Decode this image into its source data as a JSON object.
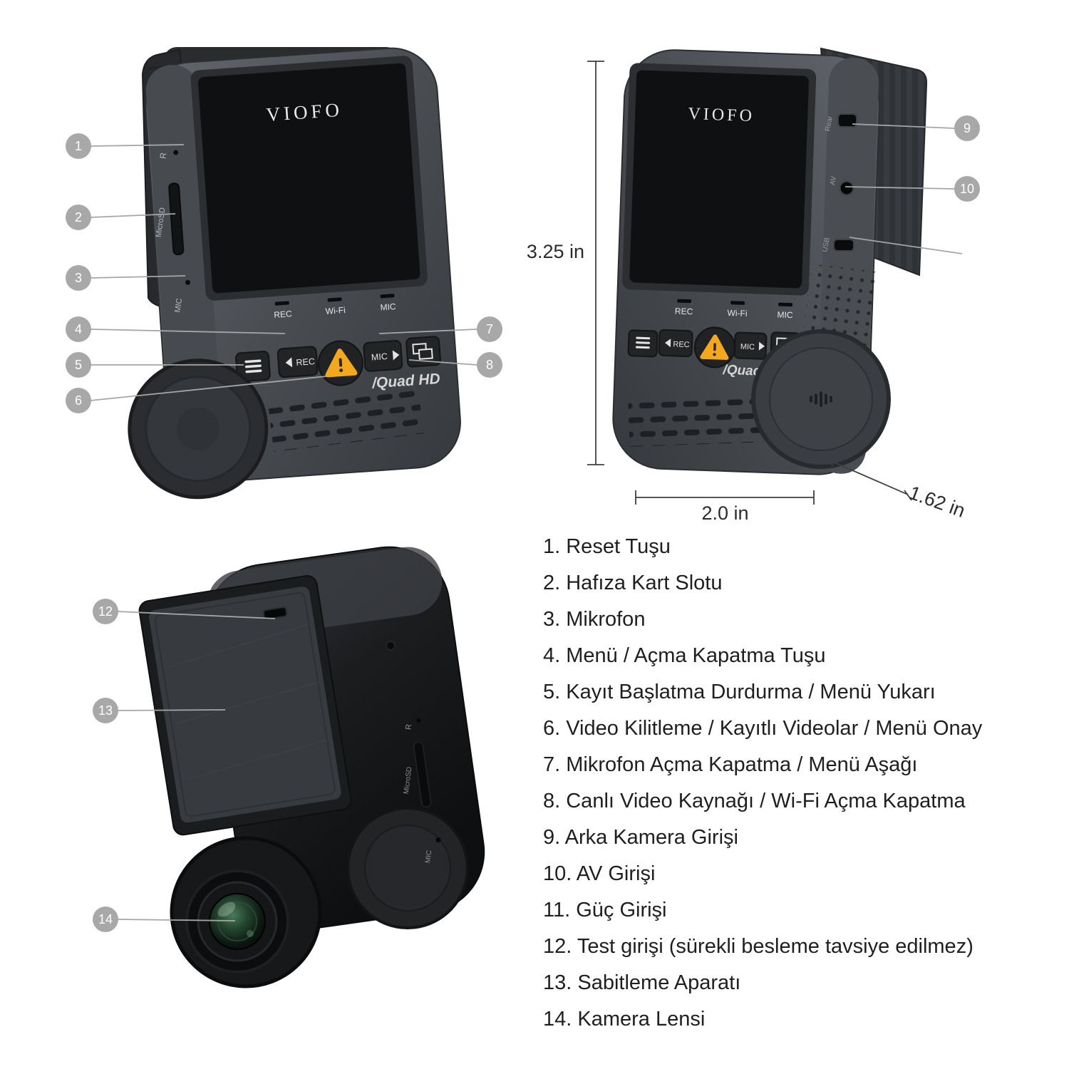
{
  "device": {
    "brand": "VIOFO",
    "indicator_rec": "REC",
    "indicator_wifi": "Wi-Fi",
    "indicator_mic": "MIC",
    "quad_hd": "/Quad HD",
    "btn_rec": "REC",
    "btn_mic": "MIC",
    "side_reset": "R",
    "side_microsd": "MicroSD",
    "side_mic": "MIC",
    "port_rear": "Rear",
    "port_av": "AV",
    "port_usb": "USB"
  },
  "dimensions": {
    "height_label": "3.25 in",
    "width_label": "2.0 in",
    "depth_label": "1.62 in"
  },
  "callouts": {
    "c1": "1",
    "c2": "2",
    "c3": "3",
    "c4": "4",
    "c5": "5",
    "c6": "6",
    "c7": "7",
    "c8": "8",
    "c9": "9",
    "c10": "10",
    "c12": "12",
    "c13": "13",
    "c14": "14"
  },
  "legend": {
    "items": [
      "1. Reset Tuşu",
      "2. Hafıza Kart Slotu",
      "3. Mikrofon",
      "4. Menü / Açma Kapatma Tuşu",
      "5. Kayıt Başlatma Durdurma / Menü Yukarı",
      "6. Video Kilitleme / Kayıtlı Videolar / Menü Onay",
      "7. Mikrofon Açma Kapatma / Menü Aşağı",
      "8. Canlı Video Kaynağı / Wi-Fi Açma Kapatma",
      "9. Arka Kamera Girişi",
      "10. AV Girişi",
      "11. Güç Girişi",
      "12. Test girişi (sürekli besleme tavsiye edilmez)",
      "13. Sabitleme Aparatı",
      "14. Kamera Lensi"
    ]
  }
}
